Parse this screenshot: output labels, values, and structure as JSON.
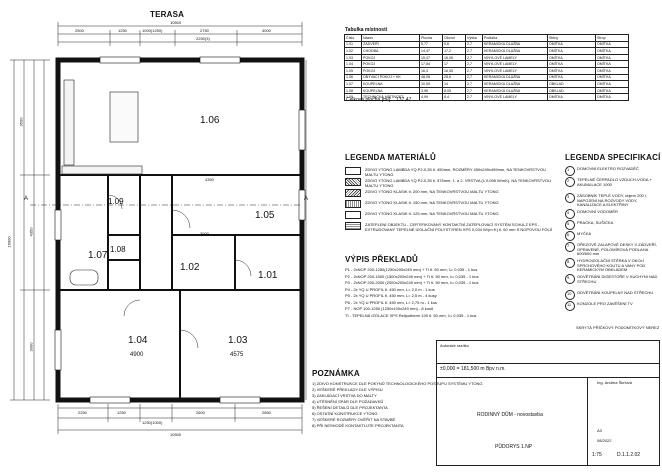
{
  "top_label": "TERASA",
  "top_dims": [
    "2500",
    "1250",
    "1000(1250)",
    "2750",
    "4000",
    "2250(3)",
    "10500"
  ],
  "left_dims": [
    "16000",
    "3500",
    "4350",
    "3000"
  ],
  "bottom_dims": [
    "2250",
    "1250",
    "1250(1000)",
    "2600",
    "2850",
    "10500"
  ],
  "rooms": [
    {
      "num": "1.06",
      "area": ""
    },
    {
      "num": "1.09",
      "area": ""
    },
    {
      "num": "1.08",
      "area": ""
    },
    {
      "num": "1.05",
      "area": ""
    },
    {
      "num": "1.07",
      "area": ""
    },
    {
      "num": "1.02",
      "area": ""
    },
    {
      "num": "1.01",
      "area": ""
    },
    {
      "num": "1.04",
      "area": "4900"
    },
    {
      "num": "1.03",
      "area": "4575"
    }
  ],
  "plan_dims": [
    "4350",
    "3000",
    "4900",
    "4575"
  ],
  "section_marks": [
    "A",
    "A"
  ],
  "room_table": {
    "title": "Tabulka místností",
    "header": [
      "Číslo",
      "Název",
      "Plocha",
      "Obvod",
      "Výška",
      "Podlaha",
      "Stěny",
      "Strop"
    ],
    "rows": [
      [
        "1.01",
        "ZÁDVEŘÍ",
        "5,77",
        "9,6",
        "2,7",
        "KERAMICKÁ DLAŽBA",
        "OMÍTKA",
        "OMÍTKA"
      ],
      [
        "1.02",
        "CHODBA",
        "14,47",
        "17,2",
        "2,7",
        "KERAMICKÁ DLAŽBA",
        "OMÍTKA",
        "OMÍTKA"
      ],
      [
        "1.03",
        "POKOJ",
        "15,47",
        "16,05",
        "2,7",
        "VINYLOVÉ LAMELY",
        "OMÍTKA",
        "OMÍTKA"
      ],
      [
        "1.04",
        "POKOJ",
        "17,84",
        "17",
        "2,7",
        "VINYLOVÉ LAMELY",
        "OMÍTKA",
        "OMÍTKA"
      ],
      [
        "1.05",
        "POKOJ",
        "16,3",
        "16,55",
        "2,7",
        "VINYLOVÉ LAMELY",
        "OMÍTKA",
        "OMÍTKA"
      ],
      [
        "1.06",
        "OBÝVACÍ POKOJ + KK",
        "48,08",
        "28,6",
        "2,7",
        "KERAMICKÁ DLAŽBA",
        "OMÍTKA",
        "OMÍTKA"
      ],
      [
        "1.07",
        "KOUPELNA",
        "10,59",
        "14",
        "2,7",
        "KERAMICKÁ DLAŽBA",
        "OBKLAD",
        "OMÍTKA"
      ],
      [
        "1.08",
        "KOUPELNA",
        "3,96",
        "8,05",
        "2,7",
        "KERAMICKÁ DLAŽBA",
        "OBKLAD",
        "OMÍTKA"
      ],
      [
        "1.09",
        "TECHNICKÁ MÍSTNOST",
        "4,99",
        "8,4",
        "2,7",
        "VINYLOVÉ LAMELY",
        "OMÍTKA",
        "OMÍTKA"
      ]
    ],
    "total_label": "Celková plocha [m²]:",
    "total_value": "137,47"
  },
  "legend_materials": {
    "title": "LEGENDA MATERIÁLŮ",
    "items": [
      "ZDIVO YTONG LAMBDA YQ P2-0,35 tl. 450mm, ROZMĚRY 450x249x499mm, NA TENKOVRSTVOU MALTU YTONG",
      "ZDIVO YTONG LAMBDA YQ P2-0,35 tl. 375mm, 1. a 2. VRSTVA (λ 0,098 W/mK), NA TENKOVRSTVOU MALTU YTONG",
      "ZDIVO YTONG KLASIK tl. 200 mm, NA TENKOVRSTVOU MALTU YTONG",
      "ZDIVO YTONG KLASIK tl. 150 mm, NA TENKOVRSTVOU MALTU YTONG",
      "ZDIVO YTONG KLASIK tl. 125 mm, NA TENKOVRSTVOU MALTU YTONG",
      "ZATEPLENÍ OBJEKTU - CERTIFIKOVANÝ KONTAKTNÍ ZATEPLOVACÍ SYSTÉM SCHULZ EPS - EXTRUDOVANÝ TEPELNÉ IZOLAČNÍ POLYSTYREN XPS 0,034 W/(m·K) tl. 60 mm S NOPOVOU FÓLIÍ"
    ]
  },
  "lintels": {
    "title": "VÝPIS PŘEKLADŮ",
    "items": [
      "P1 - 2xNOP 200-1250(1250x200x249 mm) + TI tl. 50 mm, λ= 0,035 - 1 kus",
      "P2 - 2xNOP 200-1500 (1500x200x249 mm) + TI tl. 50 mm, λ= 0,035 - 1 kus",
      "P3 - 2xNOP 200-2000 (2000x200x249 mm) + TI tl. 50 mm, λ= 0,035 - 1 kus",
      "P4 - 2x YQ U PROFIL tl. 450 mm, L= 2,0 m - 1 kus",
      "P5 - 2x YQ U PROFIL tl. 450 mm, L= 2,5 m - 4 kusy",
      "P6 - 2x YQ U PROFIL tl. 450 mm, L= 2,75 m - 1 kus",
      "P7 - NOP 100-1250 (1250x100x249 mm) - 8 kusů",
      "TI - TEPELNÁ IZOLACE XPS Reliputherm 100 tl. 50 mm, λ= 0,035 - 1 kus"
    ]
  },
  "legend_specs": {
    "title": "LEGENDA SPECIFIKACÍ",
    "items": [
      {
        "num": "1",
        "text": "DOMOVNÍ ELEKTRO ROZVADĚČ"
      },
      {
        "num": "2",
        "text": "TEPELNÉ ČERPADLO VZDUCH-VODA + AKUMULACE 1000"
      },
      {
        "num": "3",
        "text": "ZÁSOBNÍK TEPLÉ VODY, objem 200 l, NAPOJENÍ NA ROZVODY VODY, KANALIZACE A ELEKTŘINY"
      },
      {
        "num": "4",
        "text": "DOMOVNÍ VODOMĚR"
      },
      {
        "num": "5",
        "text": "PRAČKA, SUŠIČKA"
      },
      {
        "num": "6",
        "text": "MYČKA"
      },
      {
        "num": "7",
        "text": "OŘEZOVÉ ZALAPOVÉ DESKY V ZÁDVEŘÍ, OPRAVENÉ, POLOMÍROVÁ PODLAHA 600/600 mm"
      },
      {
        "num": "8",
        "text": "HYDROIZOLAČNÍ STĚRKA V OKOLÍ SPRCHOVÉHO KOUTU A VANY POD KERAMICKÝM OBKLADEM"
      },
      {
        "num": "9",
        "text": "ODVĚTRÁNÍ DIGESTOŘE V KUCHYNI NAD STŘECHU"
      },
      {
        "num": "10",
        "text": "ODVĚTRÁNÍ KOUPELNY NAD STŘECHU"
      },
      {
        "num": "11",
        "text": "KONZOLE PRO ZAVĚŠENÍ TV"
      }
    ],
    "note": "SKRYTÁ PŘÍČKOVÝ PODOMÍTKOVÝ NEREZ"
  },
  "notes": {
    "title": "POZNÁMKA",
    "items": [
      "1) ZDIVO KONSTRUKCE DLE POKYNŮ TECHNOLOGICKÉHO POSTUPU SYSTÉMU YTONG",
      "2) VEŠKERÉ PŘEKLADY DLE VÝPISU",
      "3) ZAKLÁDACÍ VRSTVA DO MALTY",
      "4) UTĚSNĚNÍ SPÁR DLE POŽADAVKŮ",
      "5) ŘEŠENÍ DETAILŮ DLE PROJEKTANTA",
      "6) OSTATNÍ KONSTRUKCE YTONG",
      "7) VEŠKERÉ ROZMĚRY OVĚŘIT NA STAVBĚ",
      "8) PŘI NESHODĚ KONTAKTUJTE PROJEKTANTA"
    ]
  },
  "title_block": {
    "investor_label": "Autorské razítko",
    "zero_level": "±0,000 = 181,500 m Bpv n.m.",
    "project": "RODINNÝ DŮM - novostavba",
    "drawing": "PŮDORYS 1.NP",
    "designer": "Ing. Andrea Škrlová",
    "scale": "1:75",
    "sheet": "D.1.1.2.02",
    "format": "A3",
    "date": "08/2022"
  }
}
